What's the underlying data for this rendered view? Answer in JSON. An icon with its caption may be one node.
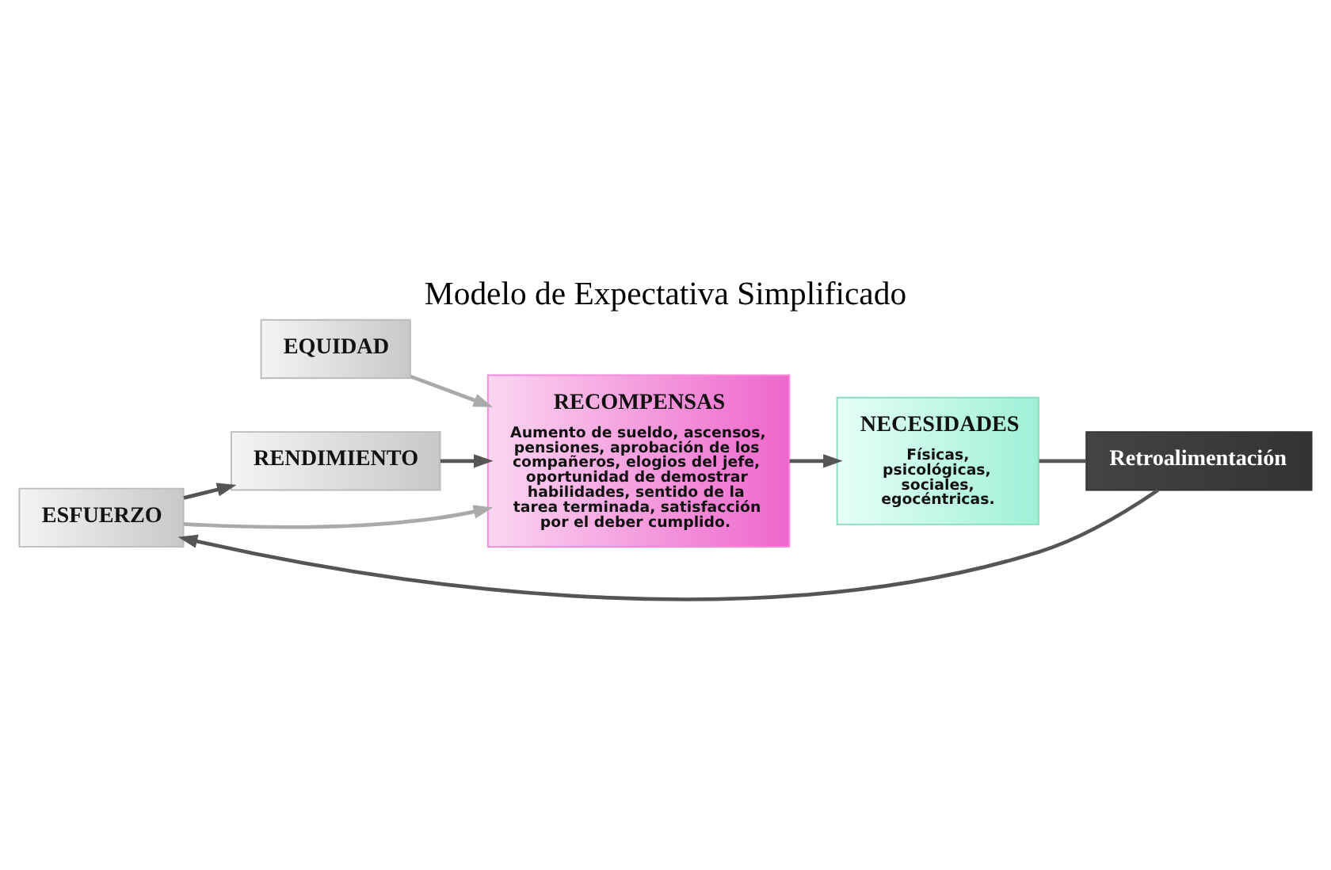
{
  "diagram": {
    "title": "Modelo de Expectativa Simplificado",
    "nodes": [
      {
        "text": [
          "EQUIDAD"
        ]
      },
      {
        "text": [
          "ESFUERZO"
        ]
      },
      {
        "text": [
          "RENDIMIENTO"
        ]
      },
      {
        "text": [
          "RECOMPENSAS",
          "Aumento de sueldo, ascensos, pensiones, aprobación de los compañeros, elogios del jefe, oportunidad de demostrar habilidades, sentido de la tarea terminada, satisfacción por el deber cumplido."
        ]
      },
      {
        "text": [
          "NECESIDADES",
          "Físicas, psicológicas, sociales, egocéntricas."
        ]
      },
      {
        "text": [
          "Retroalimentación"
        ]
      }
    ],
    "edges": [
      {
        "from": 1,
        "to": 2,
        "arrow": "to"
      },
      {
        "from": 2,
        "to": 3,
        "arrow": "to"
      },
      {
        "from": 0,
        "to": 3,
        "arrow": "to",
        "color": "#aaaaaa"
      },
      {
        "from": 1,
        "to": 3,
        "arrow": "to",
        "color": "#aaaaaa"
      },
      {
        "from": 3,
        "to": 4,
        "arrow": "to"
      },
      {
        "from": 4,
        "to": 5,
        "arrow": "none"
      },
      {
        "from": 5,
        "to": 1,
        "arrow": "to"
      }
    ]
  }
}
